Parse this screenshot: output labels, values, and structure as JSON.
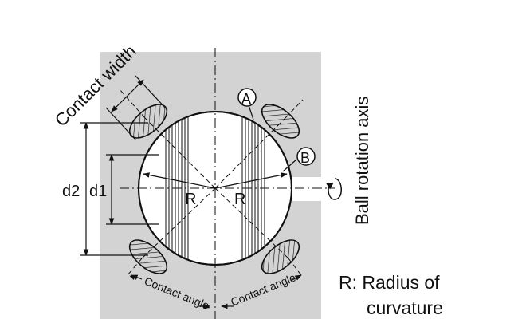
{
  "labels": {
    "contact_width": "Contact width",
    "ball_rotation_axis": "Ball rotation axis",
    "marker_a": "A",
    "marker_b": "B",
    "d2": "d2",
    "d1": "d1",
    "radius_left": "R",
    "radius_right": "R",
    "contact_angle_left": "Contact angle",
    "contact_angle_right": "Contact angle",
    "legend_line1": "R: Radius of",
    "legend_line2": "curvature"
  },
  "colors": {
    "housing": "#d3d3d3",
    "ball": "#ffffff",
    "ink": "#111111"
  }
}
